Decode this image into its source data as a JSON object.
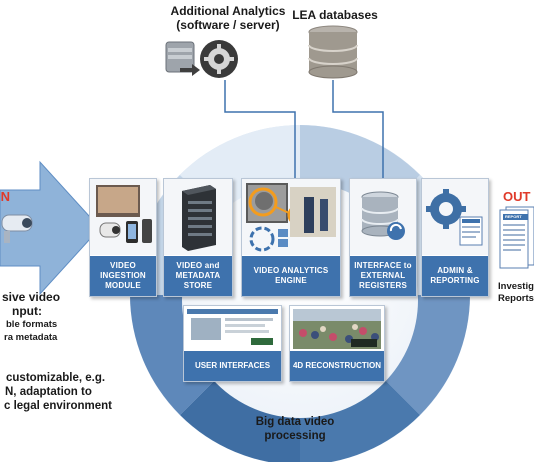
{
  "top": {
    "analytics_title_line1": "Additional Analytics",
    "analytics_title_line2": "(software / server)",
    "lea_title": "LEA databases"
  },
  "input": {
    "in_label": "IN",
    "line1": "sive video",
    "line2": "nput:",
    "line3": "ble formats",
    "line4": "ra metadata"
  },
  "custom": {
    "line1": "customizable, e.g.",
    "line2": "N, adaptation to",
    "line3": "c legal environment"
  },
  "modules": {
    "ingestion": "VIDEO INGESTION MODULE",
    "store": "VIDEO and METADATA STORE",
    "engine": "VIDEO ANALYTICS ENGINE",
    "registers": "INTERFACE to EXTERNAL REGISTERS",
    "admin": "ADMIN & REPORTING",
    "ui": "USER INTERFACES",
    "recon": "4D RECONSTRUCTION"
  },
  "output": {
    "out_label": "OUT",
    "line1": "Investig",
    "line2": "Reports"
  },
  "center": {
    "line1": "Big data video",
    "line2": "processing"
  },
  "report_text": "REPORT",
  "colors": {
    "module_label": "#3e72ad",
    "arrow": "#8fb3d9",
    "in_red": "#e03a2a",
    "ring_dark": "#4a79ad",
    "ring_light": "#c9d9eb"
  }
}
